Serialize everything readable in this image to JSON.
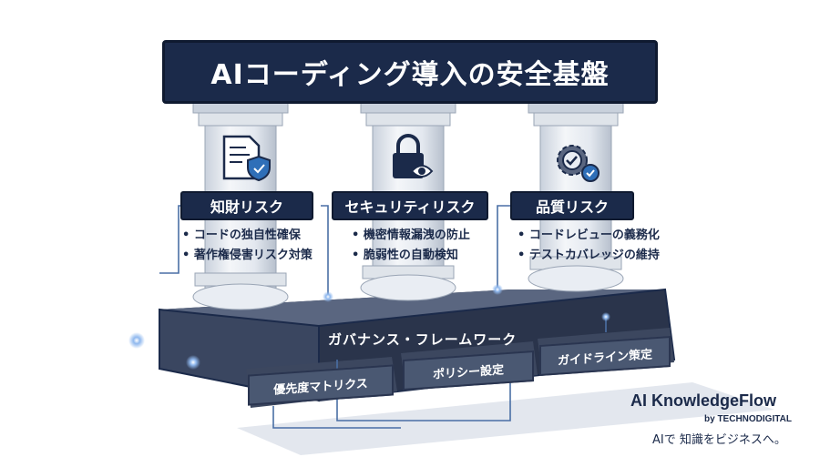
{
  "title": "AIコーディング導入の安全基盤",
  "pillars": [
    {
      "label": "知財リスク",
      "icon": "document-shield-icon",
      "bullets": [
        "コードの独自性確保",
        "著作権侵害リスク対策"
      ]
    },
    {
      "label": "セキュリティリスク",
      "icon": "lock-eye-icon",
      "bullets": [
        "機密情報漏洩の防止",
        "脆弱性の自動検知"
      ]
    },
    {
      "label": "品質リスク",
      "icon": "gear-check-icon",
      "bullets": [
        "コードレビューの義務化",
        "テストカバレッジの維持"
      ]
    }
  ],
  "foundation": {
    "label": "ガバナンス・フレームワーク",
    "items": [
      "優先度マトリクス",
      "ポリシー設定",
      "ガイドライン策定"
    ]
  },
  "brand": {
    "name": "AI KnowledgeFlow",
    "by": "by TECHNODIGITAL",
    "tagline": "AIで 知識をビジネスへ。"
  },
  "colors": {
    "navy": "#1b2a4a",
    "slate": "#4a5872",
    "pillar": "#e9edf3",
    "accent": "#2f6fb8",
    "glow": "#8fb8ee"
  }
}
